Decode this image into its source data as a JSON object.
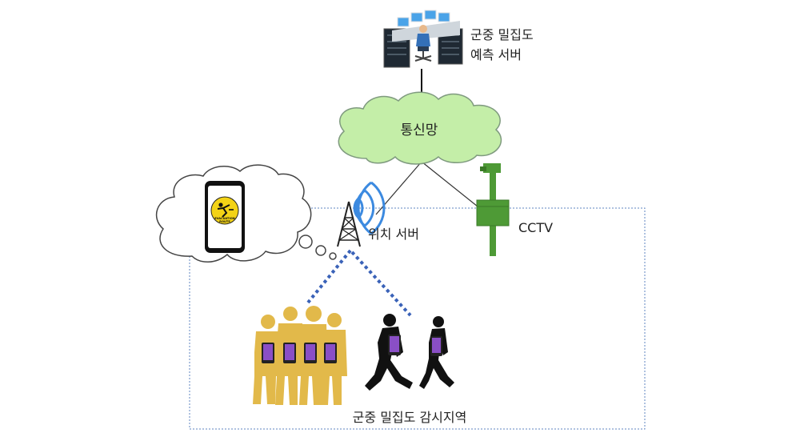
{
  "labels": {
    "server_line1": "군중 밀집도",
    "server_line2": "예측 서버",
    "network": "통신망",
    "location_server": "위치 서버",
    "cctv": "CCTV",
    "area": "군중 밀집도 감시지역"
  },
  "phone_logo": {
    "line1": "EVACUATION",
    "line2": "ROUTE"
  },
  "colors": {
    "cloud_fill": "#c4eea8",
    "cloud_stroke": "#7f9a7f",
    "cctv": "#4e9a36",
    "tower_waves": "#3c8ae0",
    "dotted_link": "#3a62b8",
    "crowd_gold": "#e2b94a",
    "walker": "#111111",
    "device": "#8a4fc6",
    "area_border": "#5f86c2"
  }
}
